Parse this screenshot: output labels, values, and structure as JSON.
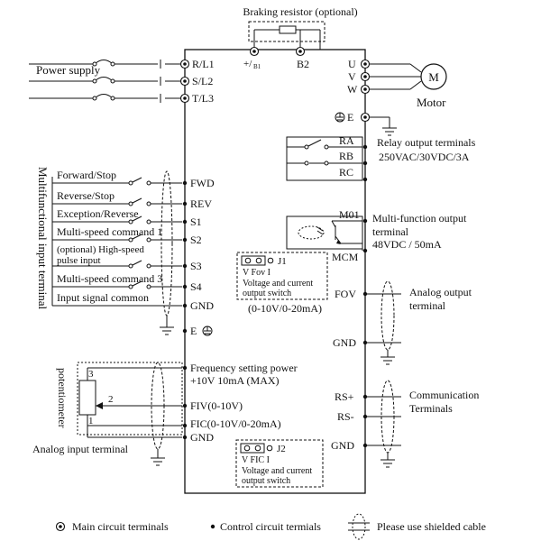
{
  "braking": {
    "title": "Braking resistor (optional)",
    "pb1_label": "+/",
    "pb1_sub": "B1",
    "b2_label": "B2"
  },
  "power": {
    "label": "Power supply",
    "terminals": [
      "R/L1",
      "S/L2",
      "T/L3"
    ]
  },
  "motor": {
    "terminals": [
      "U",
      "V",
      "W"
    ],
    "symbol": "M",
    "label": "Motor",
    "ground_label": "E"
  },
  "relay": {
    "terminals": [
      "RA",
      "RB",
      "RC"
    ],
    "desc_line1": "Relay output terminals",
    "desc_line2": "250VAC/30VDC/3A"
  },
  "multifunction_output": {
    "terminal": "M01",
    "common": "MCM",
    "desc_line1": "Multi-function output",
    "desc_line2": "terminal",
    "desc_line3": "48VDC / 50mA"
  },
  "j1": {
    "name": "J1",
    "options": "V   Fov   I",
    "desc_line1": "Voltage and current",
    "desc_line2": "output switch",
    "range": "(0-10V/0-20mA)"
  },
  "analog_output": {
    "terminal": "FOV",
    "ground": "GND",
    "desc_line1": "Analog output",
    "desc_line2": "terminal"
  },
  "communication": {
    "terminal_pos": "RS+",
    "terminal_neg": "RS-",
    "ground": "GND",
    "desc_line1": "Communication",
    "desc_line2": "Terminals"
  },
  "inputs": {
    "side_label": "Multifunctional input terminal",
    "rows": [
      {
        "label": "Forward/Stop",
        "terminal": "FWD"
      },
      {
        "label": "Reverse/Stop",
        "terminal": "REV"
      },
      {
        "label": "Exception/Reverse",
        "terminal": "S1"
      },
      {
        "label": "Multi-speed command 1",
        "terminal": "S2"
      },
      {
        "label": "(optional) High-speed",
        "label2": "pulse input",
        "terminal": "S3"
      },
      {
        "label": "Multi-speed command 3",
        "terminal": "S4"
      },
      {
        "label": "Input signal common",
        "terminal": "GND"
      }
    ],
    "ground_terminal": "E"
  },
  "analog_input": {
    "pot_label": "potentiometer",
    "pins": [
      "3",
      "2",
      "1"
    ],
    "freq_power_line1": "Frequency setting power",
    "freq_power_line2": "+10V  10mA (MAX)",
    "fiv": "FIV(0-10V)",
    "fic": "FIC(0-10V/0-20mA)",
    "gnd": "GND",
    "label": "Analog input terminal"
  },
  "j2": {
    "name": "J2",
    "options": "V   FIC   I",
    "desc_line1": "Voltage and current",
    "desc_line2": "output switch"
  },
  "legend": {
    "main": "Main circuit terminals",
    "control": "Control circuit termials",
    "shielded": "Please use shielded cable"
  }
}
